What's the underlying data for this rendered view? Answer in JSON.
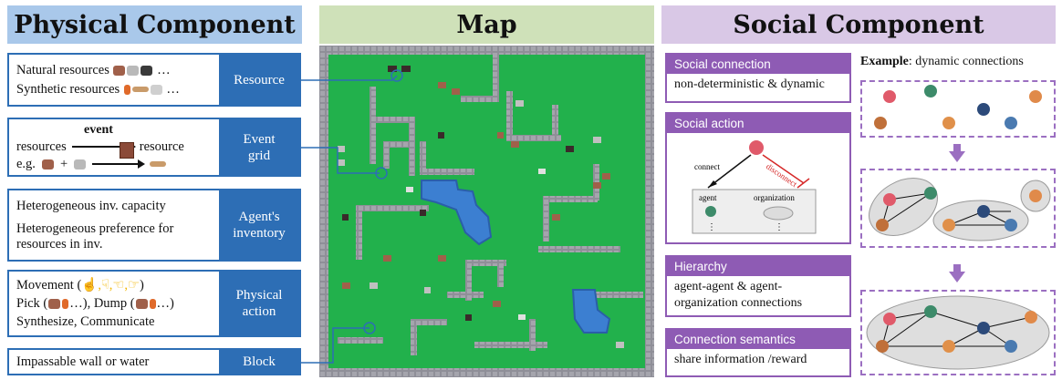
{
  "titles": {
    "physical": "Physical Component",
    "map": "Map",
    "social": "Social Component"
  },
  "physical": {
    "resource": {
      "natural": "Natural resources",
      "synthetic": "Synthetic resources",
      "ellipsis": "…",
      "label": "Resource"
    },
    "event": {
      "resources": "resources",
      "event": "event",
      "resource": "resource",
      "eg": "e.g.",
      "plus": "+",
      "label_1": "Event",
      "label_2": "grid"
    },
    "inventory": {
      "capacity": "Heterogeneous inv. capacity",
      "pref_1": "Heterogeneous preference for",
      "pref_2": "resources in inv.",
      "label_1": "Agent's",
      "label_2": "inventory"
    },
    "action": {
      "movement": "Movement (",
      "movement_end": ")",
      "pick": "Pick (",
      "pick_end": "…), Dump (",
      "dump_end": "…)",
      "synth": "Synthesize, Communicate",
      "label_1": "Physical",
      "label_2": "action"
    },
    "block": {
      "text": "Impassable wall or water",
      "label": "Block"
    }
  },
  "social": {
    "connection": {
      "header": "Social connection",
      "body": "non-deterministic & dynamic"
    },
    "action": {
      "header": "Social action",
      "connect": "connect",
      "disconnect": "disconnect",
      "agent": "agent",
      "organization": "organization",
      "dots": "⋮"
    },
    "hierarchy": {
      "header": "Hierarchy",
      "body_1": "agent-agent & agent-",
      "body_2": "organization connections"
    },
    "semantics": {
      "header": "Connection semantics",
      "body": "share information /reward"
    },
    "example_bold": "Example",
    "example_rest": ": dynamic connections"
  },
  "colors": {
    "phys_blue": "#2d6eb5",
    "social_purple": "#8e5bb4",
    "map_green": "#22b14c",
    "water": "#3c7fd1",
    "wall": "#8f8f98"
  }
}
